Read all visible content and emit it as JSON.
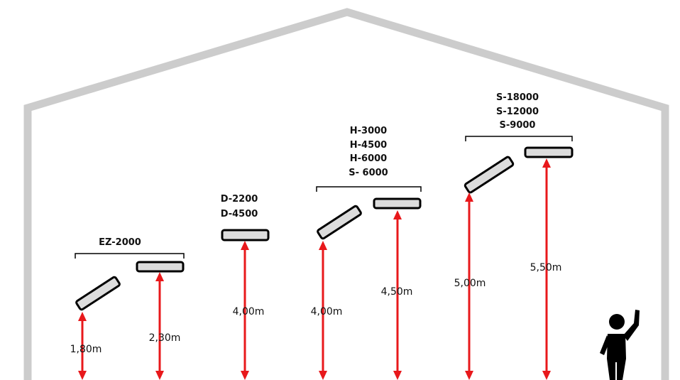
{
  "colors": {
    "building": "#cccccc",
    "heater_fill": "#dcdcdc",
    "heater_stroke": "#000000",
    "arrow": "#e8181b",
    "text": "#111111",
    "person": "#000000"
  },
  "groups": [
    {
      "id": "ez",
      "labels": [
        "EZ-2000"
      ],
      "heaters": [
        {
          "mount": "angled",
          "height_label": "1,80m"
        },
        {
          "mount": "flat",
          "height_label": "2,30m"
        }
      ]
    },
    {
      "id": "d",
      "labels": [
        "D-2200",
        "D-4500"
      ],
      "heaters": [
        {
          "mount": "flat",
          "height_label": "4,00m"
        }
      ]
    },
    {
      "id": "h",
      "labels": [
        "H-3000",
        "H-4500",
        "H-6000",
        "S- 6000"
      ],
      "heaters": [
        {
          "mount": "angled",
          "height_label": "4,00m"
        },
        {
          "mount": "flat",
          "height_label": "4,50m"
        }
      ]
    },
    {
      "id": "s",
      "labels": [
        "S-18000",
        "S-12000",
        "S-9000"
      ],
      "heaters": [
        {
          "mount": "angled",
          "height_label": "5,00m"
        },
        {
          "mount": "flat",
          "height_label": "5,50m"
        }
      ]
    }
  ],
  "icons": {
    "person": "person-waving-icon"
  }
}
